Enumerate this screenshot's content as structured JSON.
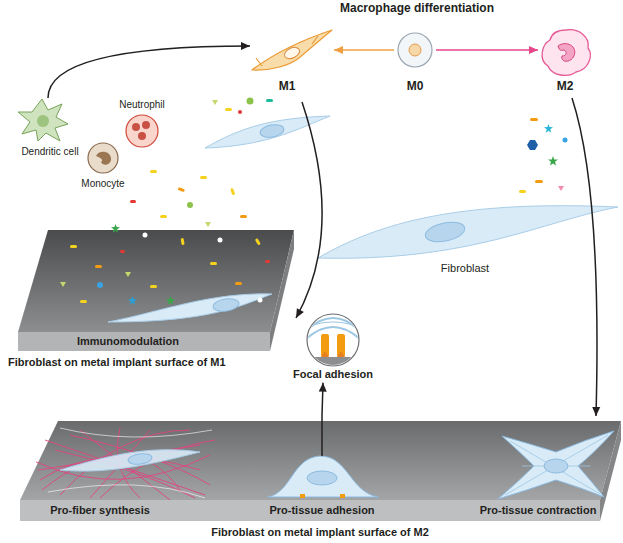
{
  "diagram": {
    "title": "Macrophage differentiation",
    "nodes": [
      {
        "text": [
          "M1"
        ]
      },
      {
        "text": [
          "M0"
        ]
      },
      {
        "text": [
          "M2"
        ]
      },
      {
        "text": [
          "Dendritic cell"
        ]
      },
      {
        "text": [
          "Neutrophil"
        ]
      },
      {
        "text": [
          "Monocyte"
        ]
      },
      {
        "text": [
          "Fibroblast"
        ]
      },
      {
        "text": [
          "Immunomodulation",
          "Fibroblast on metal implant surface of M1"
        ]
      },
      {
        "text": [
          "Focal adhesion"
        ]
      },
      {
        "text": [
          "Pro-fiber synthesis",
          "Pro-tissue adhesion",
          "Pro-tissue contraction",
          "Fibroblast on metal implant surface of M2"
        ]
      }
    ],
    "edges": [
      {
        "from": 1,
        "to": 0,
        "arrow": "to"
      },
      {
        "from": 1,
        "to": 2,
        "arrow": "to"
      },
      {
        "from": 3,
        "to": 0,
        "arrow": "to"
      },
      {
        "from": 0,
        "to": 7,
        "arrow": "to"
      },
      {
        "from": 2,
        "to": 9,
        "arrow": "to"
      },
      {
        "from": 9,
        "to": 8,
        "arrow": "to"
      }
    ]
  }
}
